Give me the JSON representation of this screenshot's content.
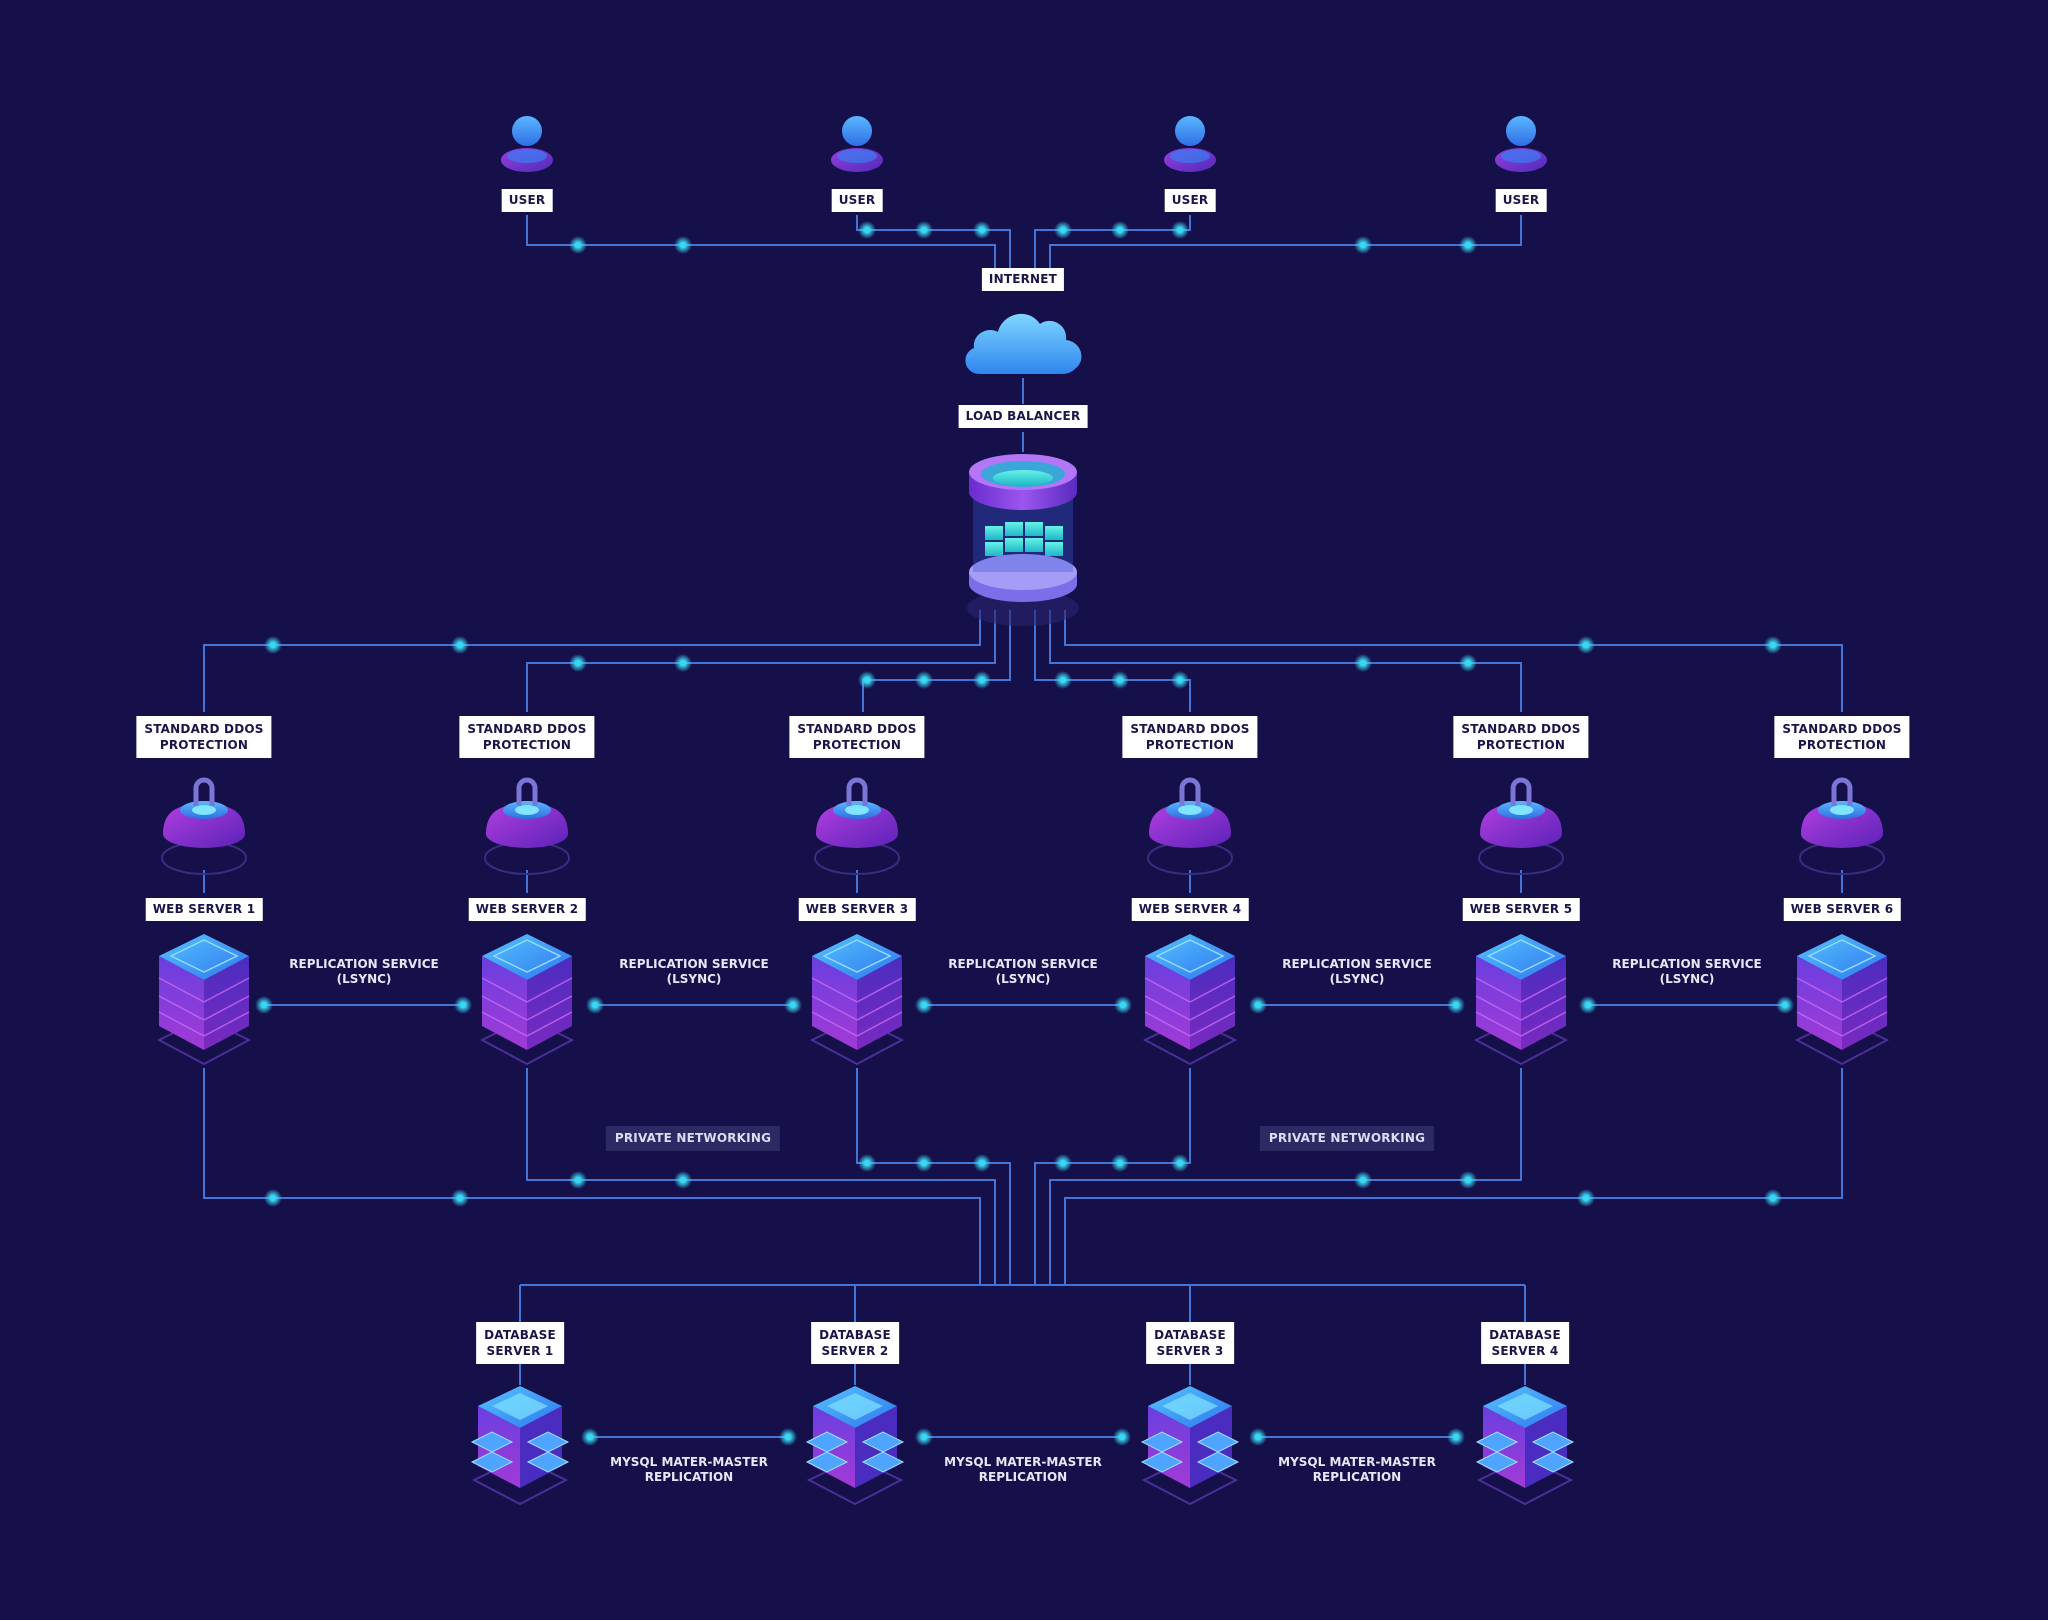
{
  "colors": {
    "background": "#15104a",
    "wire": "#4a7fe6",
    "node": "#39d7f2",
    "label_bg": "#ffffff",
    "label_text": "#1b1648",
    "purple": "#7a2ed0",
    "blue": "#3d8ef0",
    "cyan": "#44e2e0"
  },
  "users": [
    "USER",
    "USER",
    "USER",
    "USER"
  ],
  "internet": {
    "label": "INTERNET",
    "icon": "cloud-icon"
  },
  "load_balancer": {
    "label": "LOAD BALANCER",
    "icon": "load-balancer-icon"
  },
  "ddos": [
    [
      "STANDARD DDOS",
      "PROTECTION"
    ],
    [
      "STANDARD DDOS",
      "PROTECTION"
    ],
    [
      "STANDARD DDOS",
      "PROTECTION"
    ],
    [
      "STANDARD DDOS",
      "PROTECTION"
    ],
    [
      "STANDARD DDOS",
      "PROTECTION"
    ],
    [
      "STANDARD DDOS",
      "PROTECTION"
    ]
  ],
  "web_servers": [
    "WEB SERVER 1",
    "WEB SERVER 2",
    "WEB SERVER 3",
    "WEB SERVER 4",
    "WEB SERVER 5",
    "WEB SERVER 6"
  ],
  "replication": [
    [
      "REPLICATION SERVICE",
      "(LSYNC)"
    ],
    [
      "REPLICATION SERVICE",
      "(LSYNC)"
    ],
    [
      "REPLICATION SERVICE",
      "(LSYNC)"
    ],
    [
      "REPLICATION SERVICE",
      "(LSYNC)"
    ],
    [
      "REPLICATION SERVICE",
      "(LSYNC)"
    ]
  ],
  "private_networking": [
    "PRIVATE NETWORKING",
    "PRIVATE NETWORKING"
  ],
  "db_servers": [
    [
      "DATABASE",
      "SERVER 1"
    ],
    [
      "DATABASE",
      "SERVER 2"
    ],
    [
      "DATABASE",
      "SERVER 3"
    ],
    [
      "DATABASE",
      "SERVER 4"
    ]
  ],
  "mysql": [
    [
      "MYSQL MATER-MASTER",
      "REPLICATION"
    ],
    [
      "MYSQL MATER-MASTER",
      "REPLICATION"
    ],
    [
      "MYSQL MATER-MASTER",
      "REPLICATION"
    ]
  ]
}
